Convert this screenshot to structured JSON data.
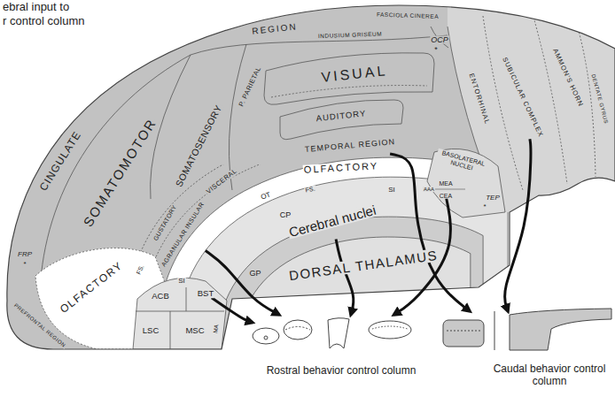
{
  "diagram": {
    "nodes": [
      {
        "text": [
          "AGRANULAR INSULAR"
        ]
      },
      {
        "text": [
          "TEMPORAL REGION"
        ]
      },
      {
        "text": [
          "Cerebral nuclei"
        ]
      },
      {
        "text": [
          "CEA"
        ]
      },
      {
        "text": [
          "SUBICULAR COMPLEX"
        ]
      },
      {
        "text": [
          "BST"
        ]
      },
      {
        "text": [
          "Rostral behavior control column"
        ]
      },
      {
        "text": [
          "Caudal behavior control column"
        ]
      }
    ],
    "edges": [
      {
        "from": 0,
        "to": 6,
        "arrow": "to"
      },
      {
        "from": 1,
        "to": 7,
        "arrow": "to"
      },
      {
        "from": 2,
        "to": 6,
        "arrow": "to"
      },
      {
        "from": 3,
        "to": 6,
        "arrow": "to"
      },
      {
        "from": 4,
        "to": 7,
        "arrow": "to"
      },
      {
        "from": 5,
        "to": 6,
        "arrow": "to"
      }
    ],
    "labels": [
      "ebral input to",
      "r control column",
      "REGION",
      "FASCIOLA CINEREA",
      "INDUSIUM GRISEUM",
      "VISUAL",
      "P. PARIETAL",
      "AUDITORY",
      "OCP",
      "*",
      "ENTORHINAL",
      "AMMON'S HORN",
      "DENTATE GYRUS",
      "BASOLATERAL NUCLEI",
      "MEA",
      "AAA",
      "TEP",
      "*",
      "OLFACTORY",
      "FS.",
      "VISCERAL",
      "OT",
      "CP",
      "SI",
      "GP",
      "DORSAL THALAMUS",
      "CINGULATE",
      "SOMATOMOTOR",
      "GUSTATORY",
      "FRP",
      "*",
      "PREFRONTAL REGION",
      "OLFACTORY",
      "FS.",
      "ACB",
      "LSC",
      "MSC",
      "MA",
      "SI",
      "SOMATOSENSORY"
    ]
  }
}
